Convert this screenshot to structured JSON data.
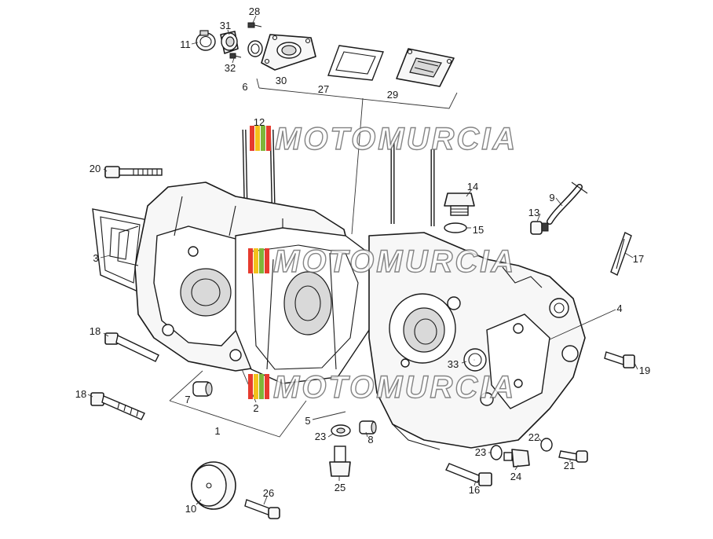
{
  "watermark": {
    "text": "MOTOMURCIA",
    "stripe_colors": [
      "#e63b2e",
      "#f4c21b",
      "#7fb539",
      "#e63b2e"
    ]
  },
  "callouts": [
    {
      "label": "28"
    },
    {
      "label": "31"
    },
    {
      "label": "11"
    },
    {
      "label": "32"
    },
    {
      "label": "6"
    },
    {
      "label": "30"
    },
    {
      "label": "27"
    },
    {
      "label": "29"
    },
    {
      "label": "12"
    },
    {
      "label": "20"
    },
    {
      "label": "14"
    },
    {
      "label": "9"
    },
    {
      "label": "13"
    },
    {
      "label": "15"
    },
    {
      "label": "3"
    },
    {
      "label": "17"
    },
    {
      "label": "4"
    },
    {
      "label": "18"
    },
    {
      "label": "19"
    },
    {
      "label": "33"
    },
    {
      "label": "18"
    },
    {
      "label": "7"
    },
    {
      "label": "2"
    },
    {
      "label": "5"
    },
    {
      "label": "1"
    },
    {
      "label": "23"
    },
    {
      "label": "8"
    },
    {
      "label": "22"
    },
    {
      "label": "23"
    },
    {
      "label": "21"
    },
    {
      "label": "24"
    },
    {
      "label": "25"
    },
    {
      "label": "16"
    },
    {
      "label": "26"
    },
    {
      "label": "10"
    }
  ]
}
